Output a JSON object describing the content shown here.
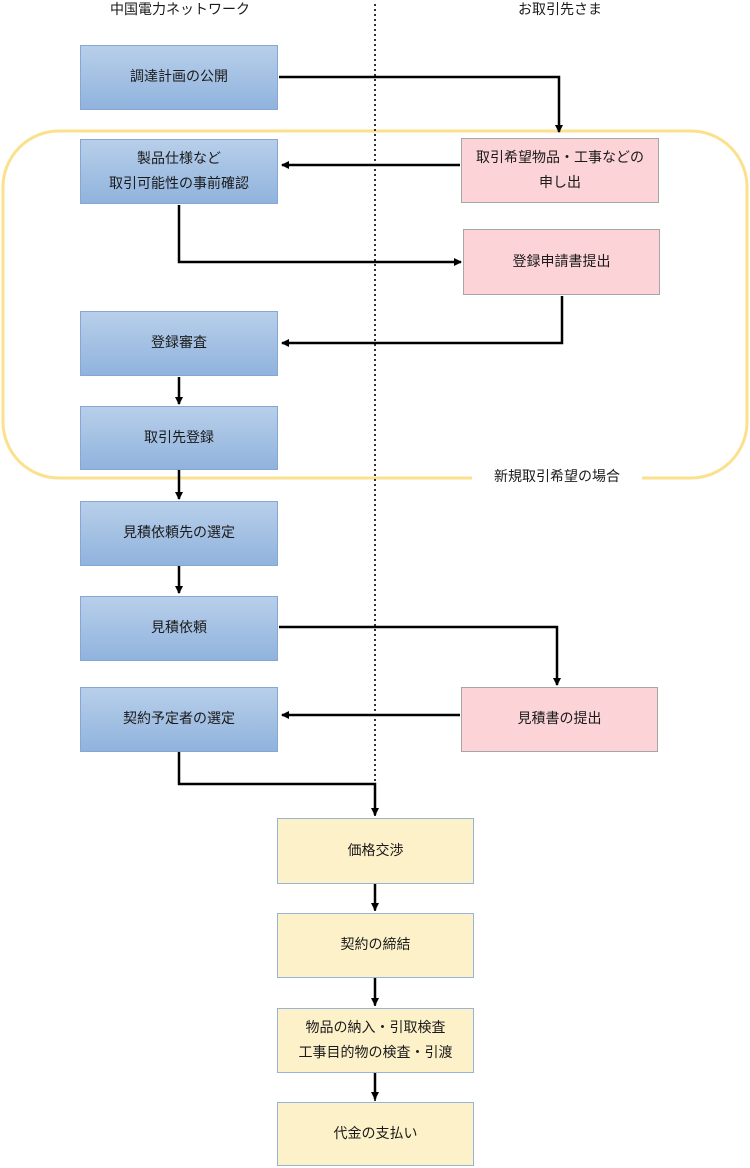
{
  "headers": {
    "left": "中国電力ネットワーク",
    "right": "お取引先さま"
  },
  "new_partner_zone_label": "新規取引希望の場合",
  "steps": {
    "publish_plan": "調達計画の公開",
    "prior_check": [
      "製品仕様など",
      "取引可能性の事前確認"
    ],
    "offer": [
      "取引希望物品・工事などの",
      "申し出"
    ],
    "registration_submit": "登録申請書提出",
    "registration_review": "登録審査",
    "supplier_registration": "取引先登録",
    "select_quote_targets": "見積依頼先の選定",
    "quote_request": "見積依頼",
    "quote_submit": "見積書の提出",
    "select_contractor": "契約予定者の選定",
    "price_negotiation": "価格交渉",
    "contract": "契約の締結",
    "delivery_inspection": [
      "物品の納入・引取検査",
      "工事目的物の検査・引渡"
    ],
    "payment": "代金の支払い"
  },
  "colors": {
    "company_box": "#9fbfe5",
    "partner_box": "#fcd3d6",
    "shared_box": "#fdf1c9",
    "zone_outline": "#fbe08e",
    "arrow": "#000000"
  }
}
